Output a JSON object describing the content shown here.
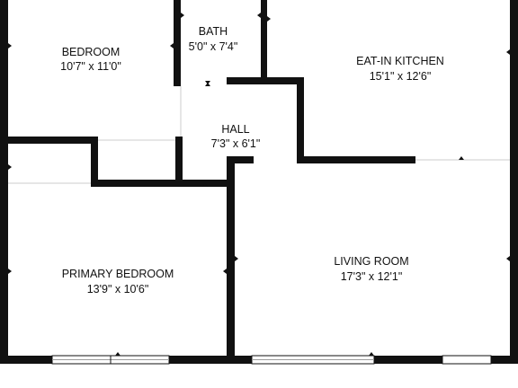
{
  "rooms": {
    "bedroom": {
      "name": "BEDROOM",
      "size": "10'7\" x 11'0\""
    },
    "bath": {
      "name": "BATH",
      "size": "5'0\" x 7'4\""
    },
    "kitchen": {
      "name": "EAT-IN KITCHEN",
      "size": "15'1\" x 12'6\""
    },
    "hall": {
      "name": "HALL",
      "size": "7'3\" x 6'1\""
    },
    "primary_bedroom": {
      "name": "PRIMARY BEDROOM",
      "size": "13'9\" x 10'6\""
    },
    "living_room": {
      "name": "LIVING ROOM",
      "size": "17'3\" x 12'1\""
    }
  },
  "colors": {
    "wall": "#111111",
    "window": "#9a9a9a",
    "background": "#ffffff"
  }
}
